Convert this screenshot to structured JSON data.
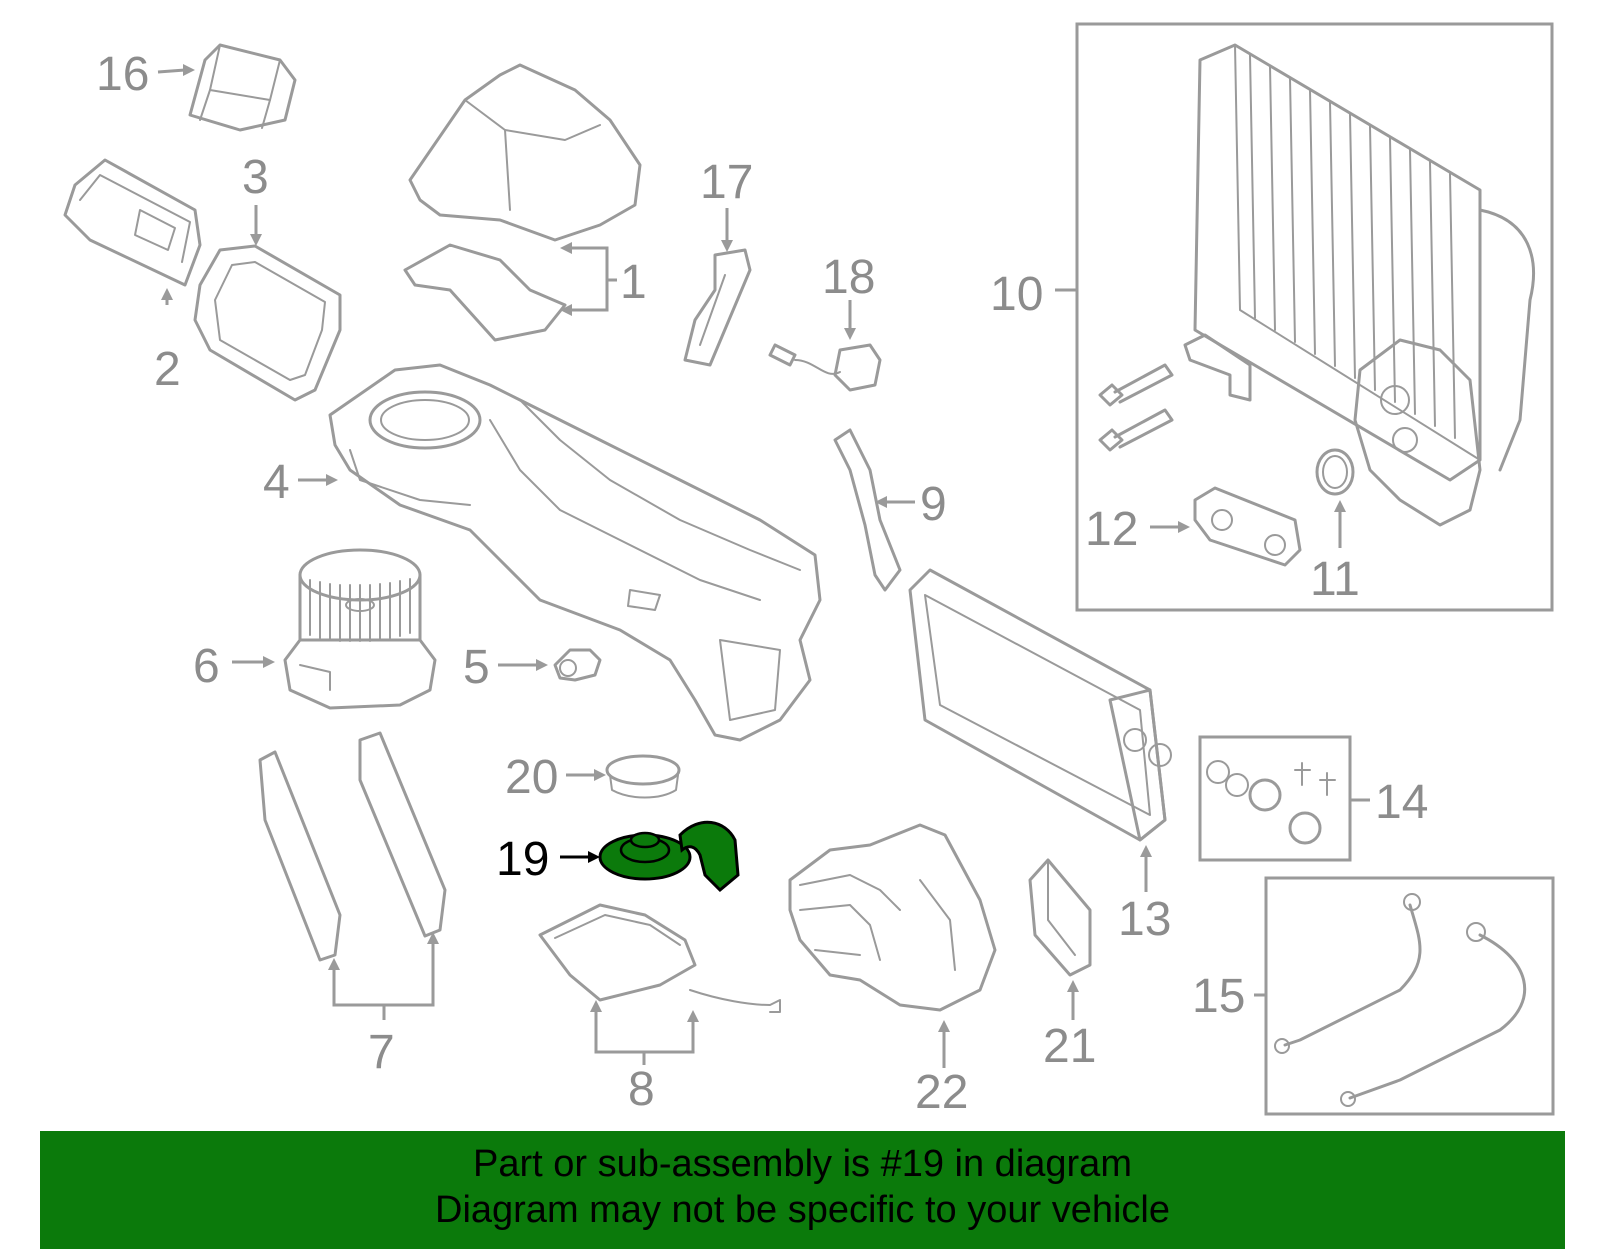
{
  "diagram": {
    "highlight_color": "#0b7a0b",
    "callouts": [
      "1",
      "2",
      "3",
      "4",
      "5",
      "6",
      "7",
      "8",
      "9",
      "10",
      "11",
      "12",
      "13",
      "14",
      "15",
      "16",
      "17",
      "18",
      "19",
      "20",
      "21",
      "22"
    ],
    "highlighted_callout": "19"
  },
  "banner": {
    "line1": "Part or sub-assembly is #19 in diagram",
    "line2": "Diagram may not be specific to your vehicle"
  }
}
